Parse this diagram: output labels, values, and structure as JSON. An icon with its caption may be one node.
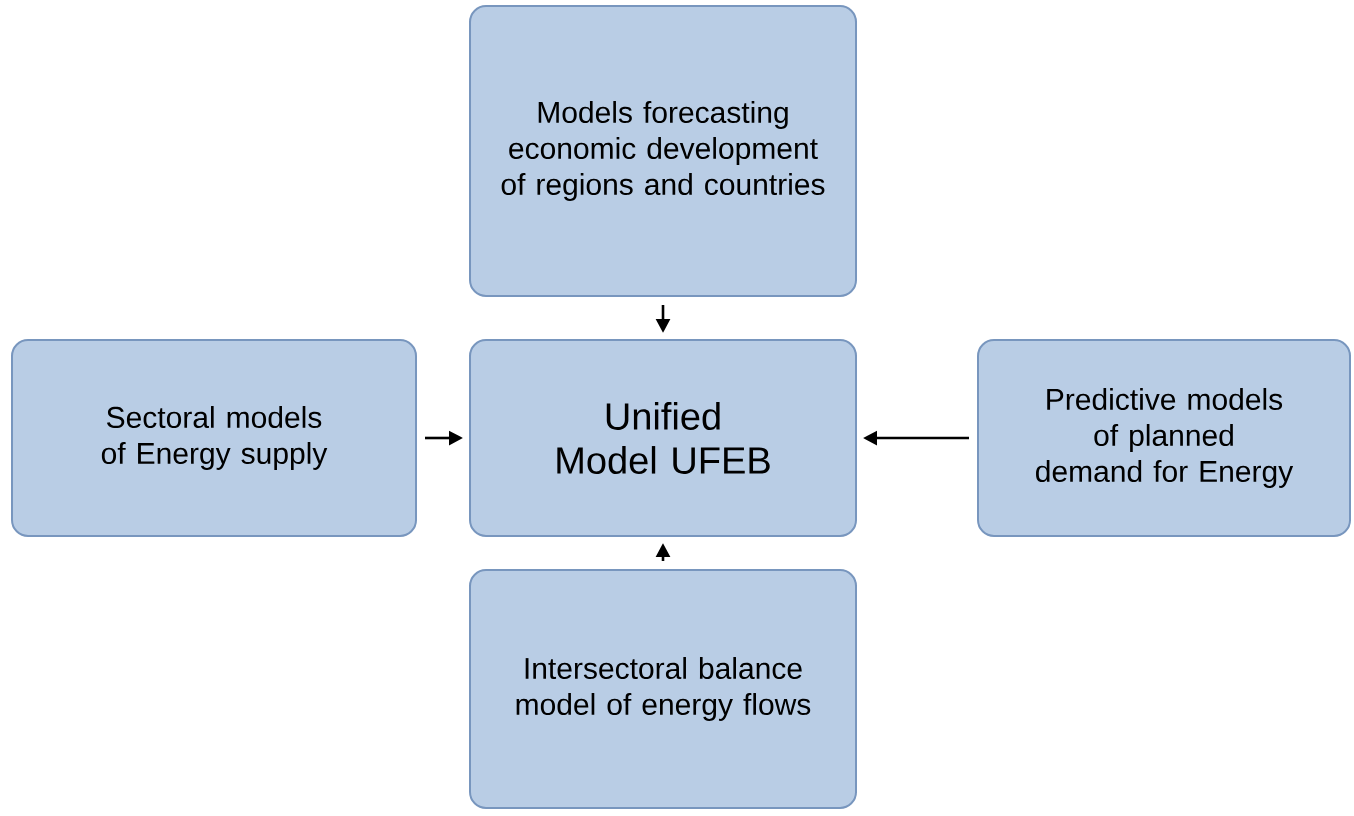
{
  "diagram": {
    "nodes": [
      {
        "text": [
          "Models forecasting economic development of regions and countries"
        ]
      },
      {
        "text": [
          "Sectoral models of Energy supply"
        ]
      },
      {
        "text": [
          "Unified Model UFEB"
        ]
      },
      {
        "text": [
          "Predictive models of planned demand for Energy"
        ]
      },
      {
        "text": [
          "Intersectoral balance model of energy flows"
        ]
      }
    ],
    "edges": [
      {
        "from": 0,
        "to": 2,
        "arrow": "to"
      },
      {
        "from": 1,
        "to": 2,
        "arrow": "to"
      },
      {
        "from": 3,
        "to": 2,
        "arrow": "to"
      },
      {
        "from": 4,
        "to": 2,
        "arrow": "to"
      }
    ]
  }
}
